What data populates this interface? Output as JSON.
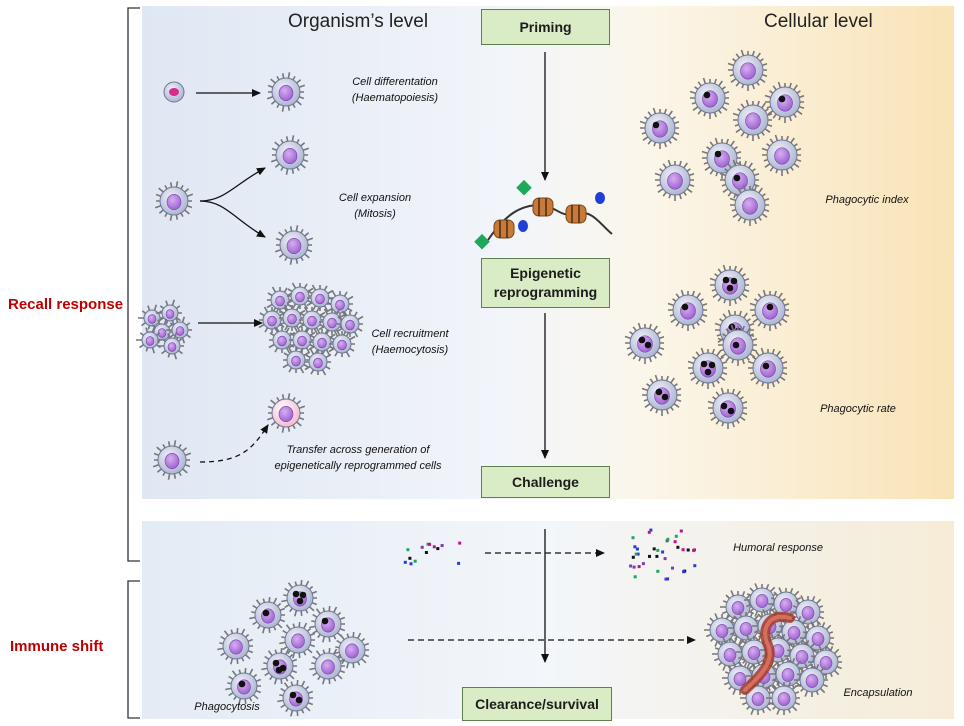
{
  "side_labels": {
    "recall": "Recall response",
    "immune_shift": "Immune shift"
  },
  "column_titles": {
    "organism": "Organism’s level",
    "cellular": "Cellular level"
  },
  "steps": {
    "priming": "Priming",
    "epigenetic_line1": "Epigenetic",
    "epigenetic_line2": "reprogramming",
    "challenge": "Challenge",
    "clearance": "Clearance/survival"
  },
  "organism_captions": {
    "differentiation_line1": "Cell differentation",
    "differentiation_line2": "(Haematopoiesis)",
    "expansion_line1": "Cell expansion",
    "expansion_line2": "(Mitosis)",
    "recruitment_line1": "Cell recruitment",
    "recruitment_line2": "(Haemocytosis)",
    "transfer_line1": "Transfer across generation of",
    "transfer_line2": "epigenetically reprogrammed cells"
  },
  "cellular_captions": {
    "phagocytic_index": "Phagocytic index",
    "phagocytic_rate": "Phagocytic rate"
  },
  "shift_captions": {
    "humoral": "Humoral response",
    "phagocytosis": "Phagocytosis",
    "encapsulation": "Encapsulation"
  },
  "colors": {
    "accent_red": "#c00000",
    "box_fill": "#d9ecc6",
    "box_border": "#5f7f4e",
    "cell_body": "#c3c9e0",
    "nucleus": "#b880df",
    "spike": "#777777",
    "bacteria": "#111111"
  }
}
